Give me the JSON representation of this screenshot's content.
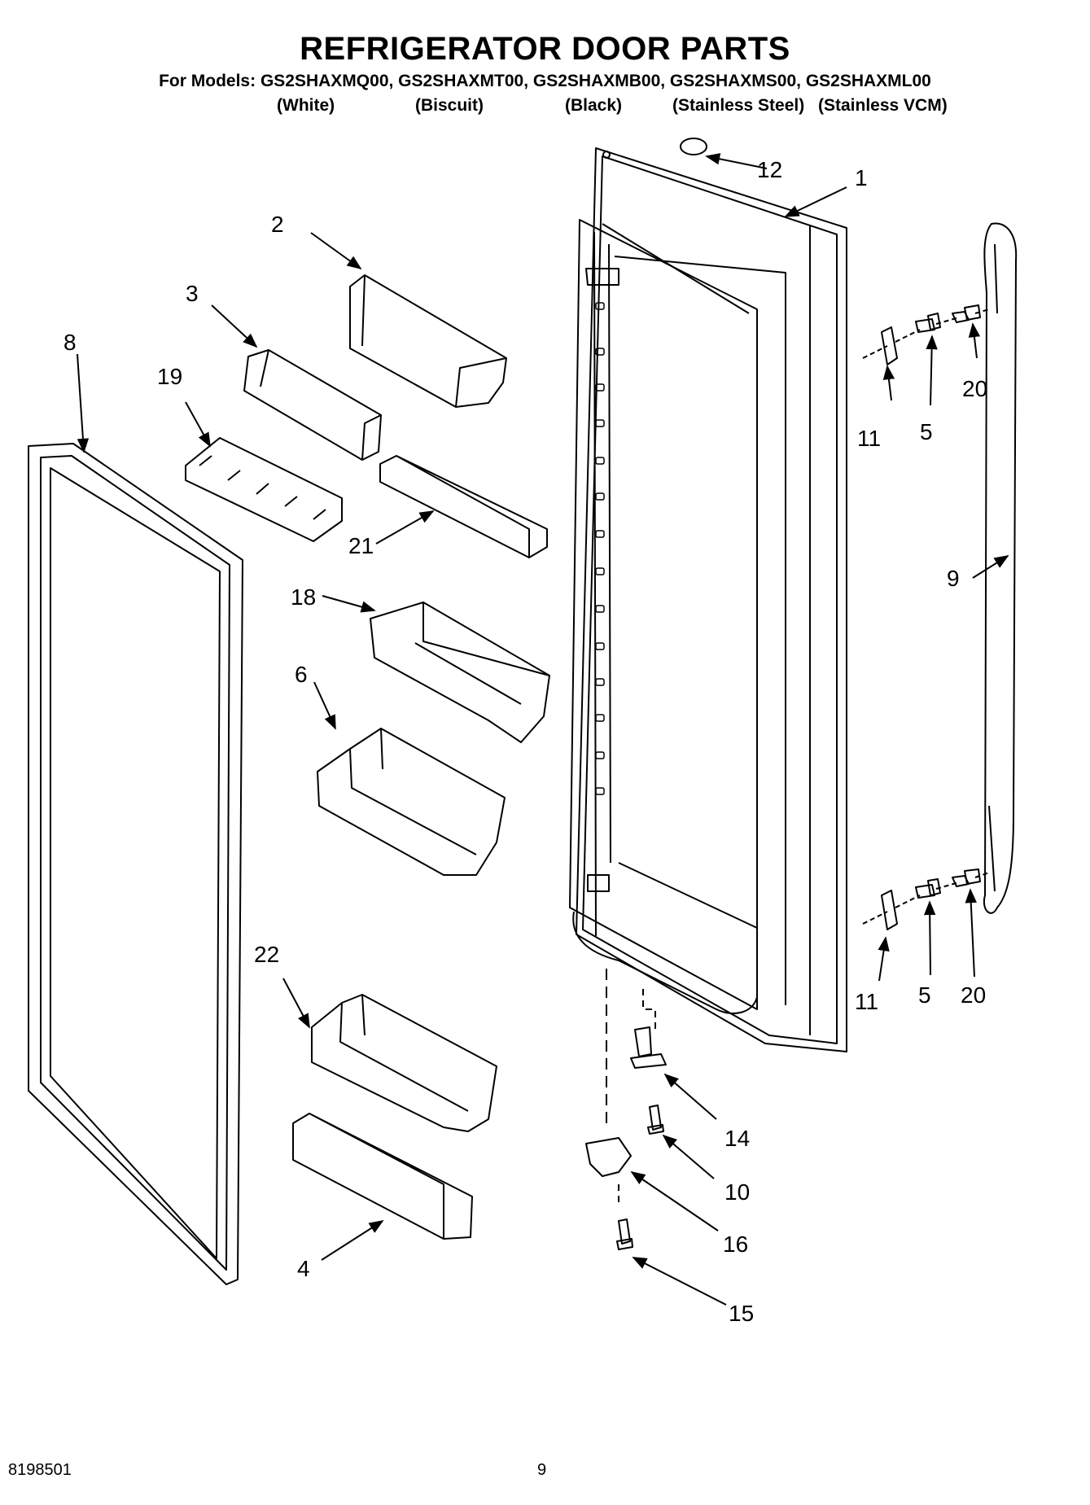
{
  "header": {
    "title": "REFRIGERATOR DOOR PARTS",
    "models": "For Models: GS2SHAXMQ00, GS2SHAXMT00, GS2SHAXMB00, GS2SHAXMS00, GS2SHAXML00",
    "variants": [
      "(White)",
      "(Biscuit)",
      "(Black)",
      "(Stainless Steel)",
      "(Stainless VCM)"
    ]
  },
  "callouts": {
    "door": "1",
    "crisper_cover": "2",
    "crisper_bin": "3",
    "lower_bar": "4",
    "screw_upper": "5",
    "screw_lower": "5",
    "bin_middle": "6",
    "gasket": "8",
    "handle": "9",
    "screw_hinge": "10",
    "clip_upper": "11",
    "clip_lower": "11",
    "plug": "12",
    "hinge_pin": "14",
    "hinge_screw": "15",
    "hinge_bracket": "16",
    "shelf_bin": "18",
    "egg_tray": "19",
    "handle_screw_upper": "20",
    "handle_screw_lower": "20",
    "dispenser_rail": "21",
    "bin_lower": "22"
  },
  "footer": {
    "part_number": "8198501",
    "page": "9"
  }
}
